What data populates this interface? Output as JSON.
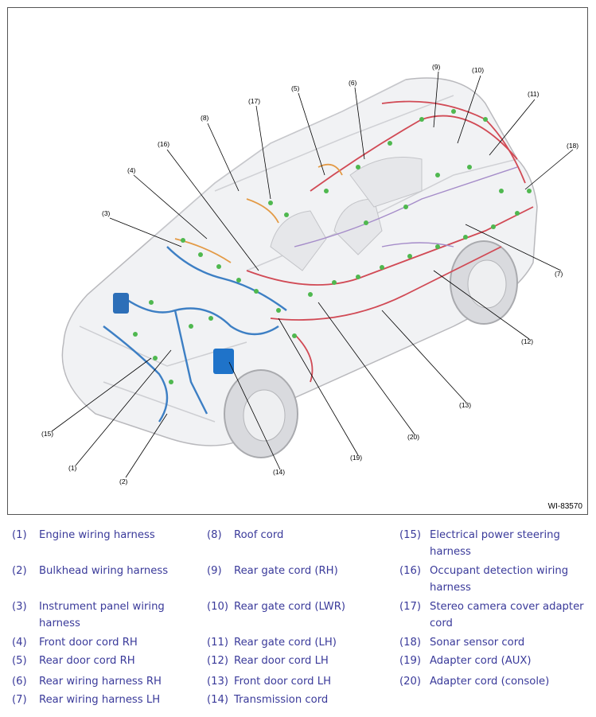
{
  "figure": {
    "id_label": "WI-83570",
    "callouts": [
      "(1)",
      "(2)",
      "(3)",
      "(4)",
      "(5)",
      "(6)",
      "(7)",
      "(8)",
      "(9)",
      "(10)",
      "(11)",
      "(12)",
      "(13)",
      "(14)",
      "(15)",
      "(16)",
      "(17)",
      "(18)",
      "(19)",
      "(20)"
    ]
  },
  "legend": [
    {
      "num": "(1)",
      "label": "Engine wiring harness"
    },
    {
      "num": "(2)",
      "label": "Bulkhead wiring harness"
    },
    {
      "num": "(3)",
      "label": "Instrument panel wiring harness"
    },
    {
      "num": "(4)",
      "label": "Front door cord RH"
    },
    {
      "num": "(5)",
      "label": "Rear door cord RH"
    },
    {
      "num": "(6)",
      "label": "Rear wiring harness RH"
    },
    {
      "num": "(7)",
      "label": "Rear wiring harness LH"
    },
    {
      "num": "(8)",
      "label": "Roof cord"
    },
    {
      "num": "(9)",
      "label": "Rear gate cord (RH)"
    },
    {
      "num": "(10)",
      "label": "Rear gate cord (LWR)"
    },
    {
      "num": "(11)",
      "label": "Rear gate cord (LH)"
    },
    {
      "num": "(12)",
      "label": "Rear door cord LH"
    },
    {
      "num": "(13)",
      "label": "Front door cord LH"
    },
    {
      "num": "(14)",
      "label": "Transmission cord"
    },
    {
      "num": "(15)",
      "label": "Electrical power steering harness"
    },
    {
      "num": "(16)",
      "label": "Occupant detection wiring harness"
    },
    {
      "num": "(17)",
      "label": "Stereo camera cover adapter cord"
    },
    {
      "num": "(18)",
      "label": "Sonar sensor cord"
    },
    {
      "num": "(19)",
      "label": "Adapter cord (AUX)"
    },
    {
      "num": "(20)",
      "label": "Adapter cord (console)"
    }
  ]
}
